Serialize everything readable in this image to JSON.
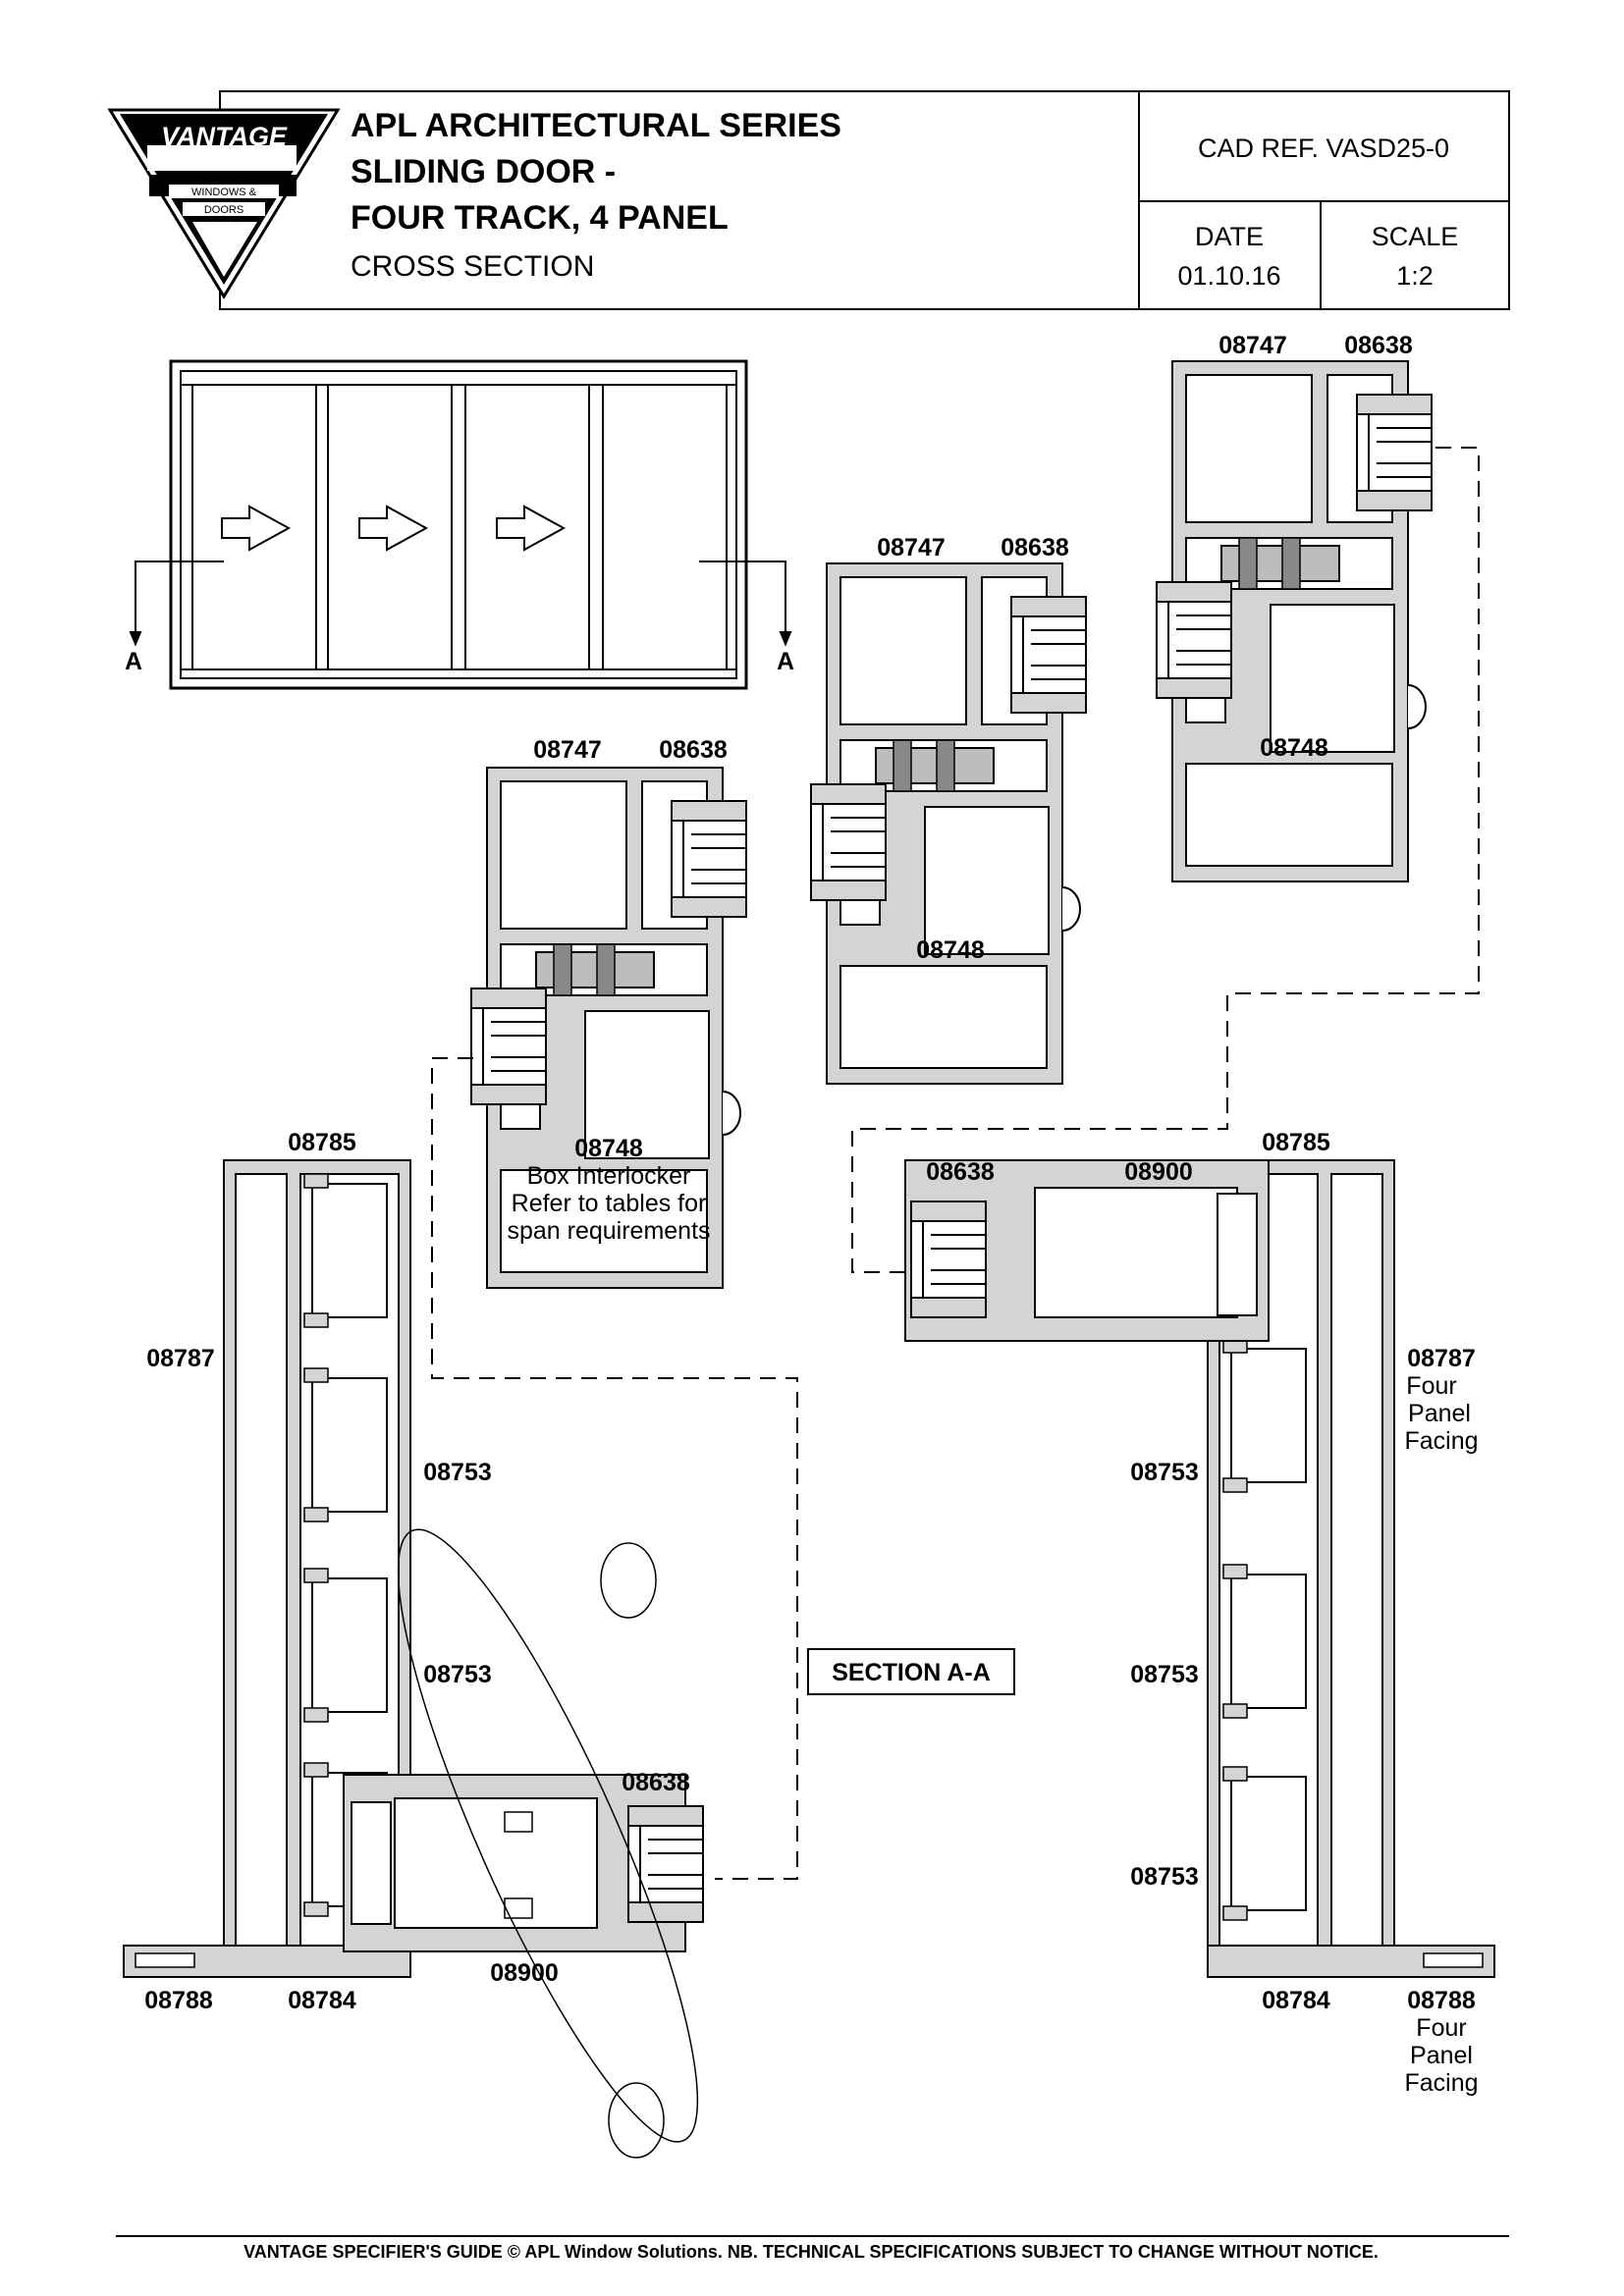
{
  "logo": {
    "brand": "VANTAGE",
    "line1": "WINDOWS &",
    "line2": "DOORS"
  },
  "title": {
    "line1": "APL ARCHITECTURAL SERIES",
    "line2": "SLIDING DOOR -",
    "line3": "FOUR TRACK, 4 PANEL",
    "line4": "CROSS SECTION"
  },
  "meta": {
    "cad_ref": "CAD REF.  VASD25-0",
    "date_label": "DATE",
    "date_value": "01.10.16",
    "scale_label": "SCALE",
    "scale_value": "1:2"
  },
  "elevation": {
    "section_mark_left": "A",
    "section_mark_right": "A"
  },
  "labels": {
    "p08747": "08747",
    "p08638": "08638",
    "p08748": "08748",
    "p08785": "08785",
    "p08787": "08787",
    "p08753": "08753",
    "p08788": "08788",
    "p08784": "08784",
    "p08900": "08900",
    "four": "Four",
    "panel": "Panel",
    "facing": "Facing",
    "box1": "Box Interlocker",
    "box2": "Refer to tables for",
    "box3": "span requirements",
    "section": "SECTION A-A"
  },
  "footer": "VANTAGE SPECIFIER'S GUIDE   © APL Window Solutions. NB. TECHNICAL SPECIFICATIONS SUBJECT TO CHANGE WITHOUT NOTICE."
}
